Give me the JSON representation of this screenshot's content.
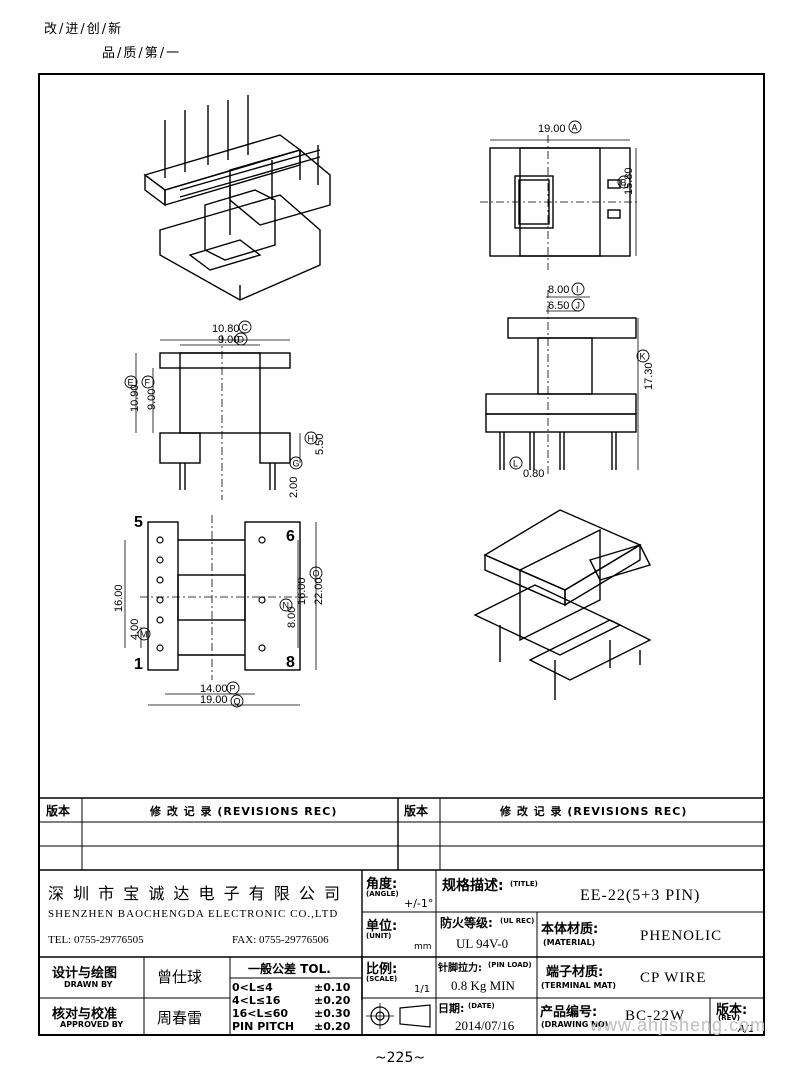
{
  "header": {
    "slogan_line1": "改/进/创/新",
    "slogan_line2": "品/质/第/一"
  },
  "drawing": {
    "dims": {
      "top_width": "19.00",
      "top_depth": "15.80",
      "front_width_c": "10.80",
      "front_width_d": "9.00",
      "front_height_e": "10.90",
      "front_height_f": "9.00",
      "front_h": "5.50",
      "front_pin": "2.00",
      "side_i": "8.00",
      "side_j": "6.50",
      "side_k": "17.30",
      "side_l": "0.80",
      "bottom_16": "16.00",
      "bottom_4": "4.00",
      "bottom_16b": "16.00",
      "bottom_22": "22.00",
      "bottom_8": "8.00",
      "bottom_14": "14.00",
      "bottom_19": "19.00"
    },
    "letters": [
      "A",
      "B",
      "C",
      "D",
      "E",
      "F",
      "G",
      "H",
      "I",
      "J",
      "K",
      "L",
      "M",
      "N",
      "O",
      "P",
      "Q"
    ],
    "pins": {
      "p5": "5",
      "p6": "6",
      "p1": "1",
      "p8": "8"
    }
  },
  "revisions": {
    "col1": "版本",
    "col2": "修 改 记 录  (REVISIONS REC)",
    "col3": "版本",
    "col4": "修 改 记 录  (REVISIONS REC)"
  },
  "title_block": {
    "company_cn": "深 圳 市 宝 诚 达 电 子 有 限 公 司",
    "company_en": "SHENZHEN BAOCHENGDA ELECTRONIC CO.,LTD",
    "tel": "TEL: 0755-29776505",
    "fax": "FAX: 0755-29776506",
    "angle_label": "角度:",
    "angle_en": "(ANGLE)",
    "angle_value": "+/-1°",
    "title_label": "规格描述:",
    "title_en": "(TITLE)",
    "title_value": "EE-22(5+3 PIN)",
    "unit_label": "单位:",
    "unit_en": "(UNIT)",
    "unit_value": "mm",
    "fire_label": "防火等级:",
    "fire_en": "(UL REC)",
    "fire_value": "UL 94V-0",
    "material_label": "本体材质:",
    "material_en": "(MATERIAL)",
    "material_value": "PHENOLIC",
    "drawn_label": "设计与绘图",
    "drawn_en": "DRAWN BY",
    "drawn_value": "曾仕球",
    "tol_title": "一般公差 TOL.",
    "tol_rows": [
      {
        "range": "0<L≤4",
        "tol": "±0.10"
      },
      {
        "range": "4<L≤16",
        "tol": "±0.20"
      },
      {
        "range": "16<L≤60",
        "tol": "±0.30"
      },
      {
        "range": "PIN PITCH",
        "tol": "±0.20"
      }
    ],
    "scale_label": "比例:",
    "scale_en": "(SCALE)",
    "scale_value": "1/1",
    "pinload_label": "针脚拉力:",
    "pinload_en": "(PIN LOAD)",
    "pinload_value": "0.8 Kg MIN",
    "terminal_label": "端子材质:",
    "terminal_en": "(TERMINAL MAT)",
    "terminal_value": "CP WIRE",
    "approved_label": "核对与校准",
    "approved_en": "APPROVED BY",
    "approved_value": "周春雷",
    "date_label": "日期:",
    "date_en": "(DATE)",
    "date_value": "2014/07/16",
    "drawing_no_label": "产品编号:",
    "drawing_no_en": "(DRAWING NO)",
    "drawing_no_value": "BC-22W",
    "rev_label": "版本:",
    "rev_en": "(REV)",
    "rev_value": "A/1"
  },
  "footer": {
    "page": "~225~"
  },
  "watermark": "www.ahjisheng.com"
}
